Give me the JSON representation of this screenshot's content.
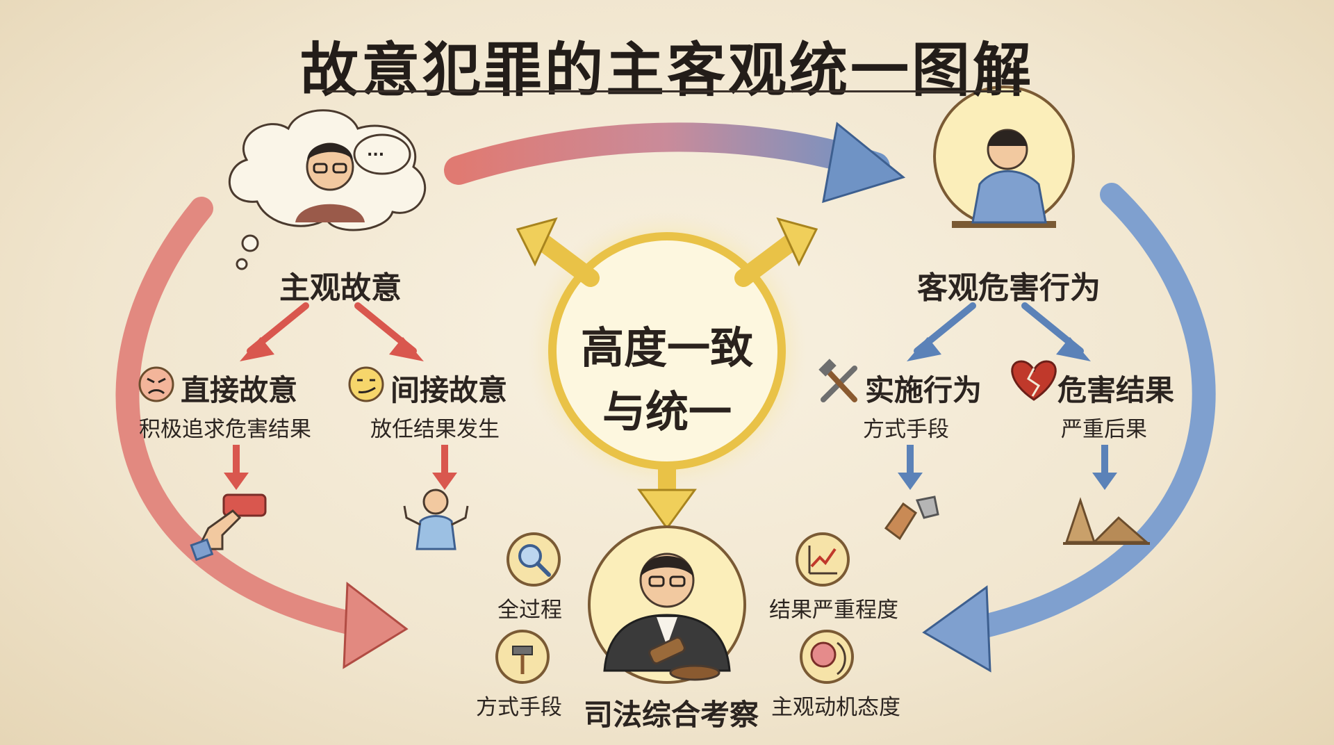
{
  "title": "故意犯罪的主客观统一图解",
  "center": {
    "line1": "高度一致",
    "line2": "与统一"
  },
  "subjective": {
    "label": "主观故意",
    "direct": {
      "label": "直接故意",
      "desc": "积极追求危害结果"
    },
    "indirect": {
      "label": "间接故意",
      "desc": "放任结果发生"
    }
  },
  "objective": {
    "label": "客观危害行为",
    "act": {
      "label": "实施行为",
      "desc": "方式手段"
    },
    "harm": {
      "label": "危害结果",
      "desc": "严重后果"
    }
  },
  "judicial": {
    "label": "司法综合考察",
    "items": [
      "全过程",
      "方式手段",
      "结果严重程度",
      "主观动机态度"
    ]
  },
  "thought_bubble": "...",
  "colors": {
    "red": "#d9574e",
    "blue": "#5b82b8",
    "yellow": "#f0cf5a",
    "ink": "#2b2420"
  },
  "icons": [
    "thinking-person-icon",
    "worker-icon",
    "angry-face-icon",
    "smirk-face-icon",
    "hand-press-button-icon",
    "shrug-person-icon",
    "tools-icon",
    "broken-heart-icon",
    "broken-tool-icon",
    "rubble-icon",
    "magnifier-icon",
    "chart-up-icon",
    "hammer-icon",
    "brain-icon",
    "judge-icon"
  ]
}
